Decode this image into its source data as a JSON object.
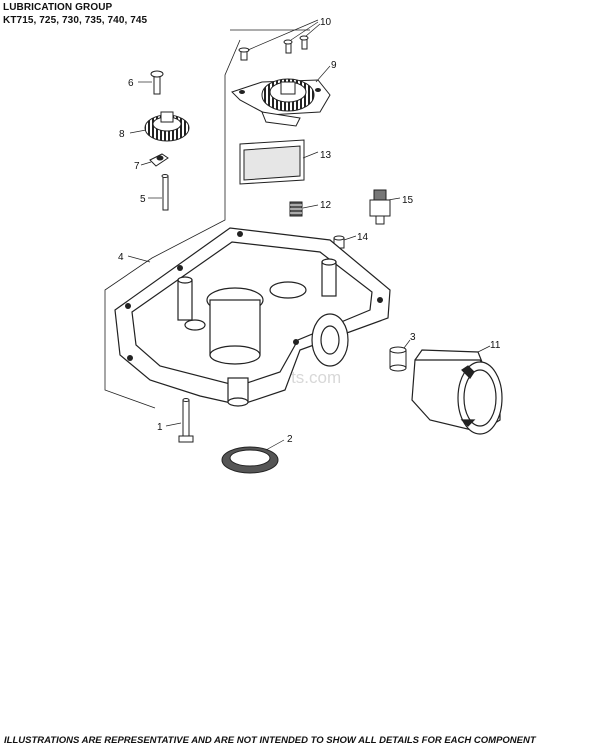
{
  "header": {
    "title": "LUBRICATION GROUP",
    "models": "KT715, 725, 730, 735, 740, 745"
  },
  "callouts": [
    "1",
    "2",
    "3",
    "4",
    "5",
    "6",
    "7",
    "8",
    "9",
    "10",
    "11",
    "12",
    "13",
    "14",
    "15"
  ],
  "watermark": "eReplacementParts.com",
  "footer": {
    "disclaimer": "ILLUSTRATIONS ARE REPRESENTATIVE AND ARE NOT INTENDED TO SHOW ALL DETAILS FOR EACH COMPONENT"
  },
  "colors": {
    "line": "#222222",
    "shade": "#9a9a9a",
    "watermark": "#d8d8d8"
  }
}
